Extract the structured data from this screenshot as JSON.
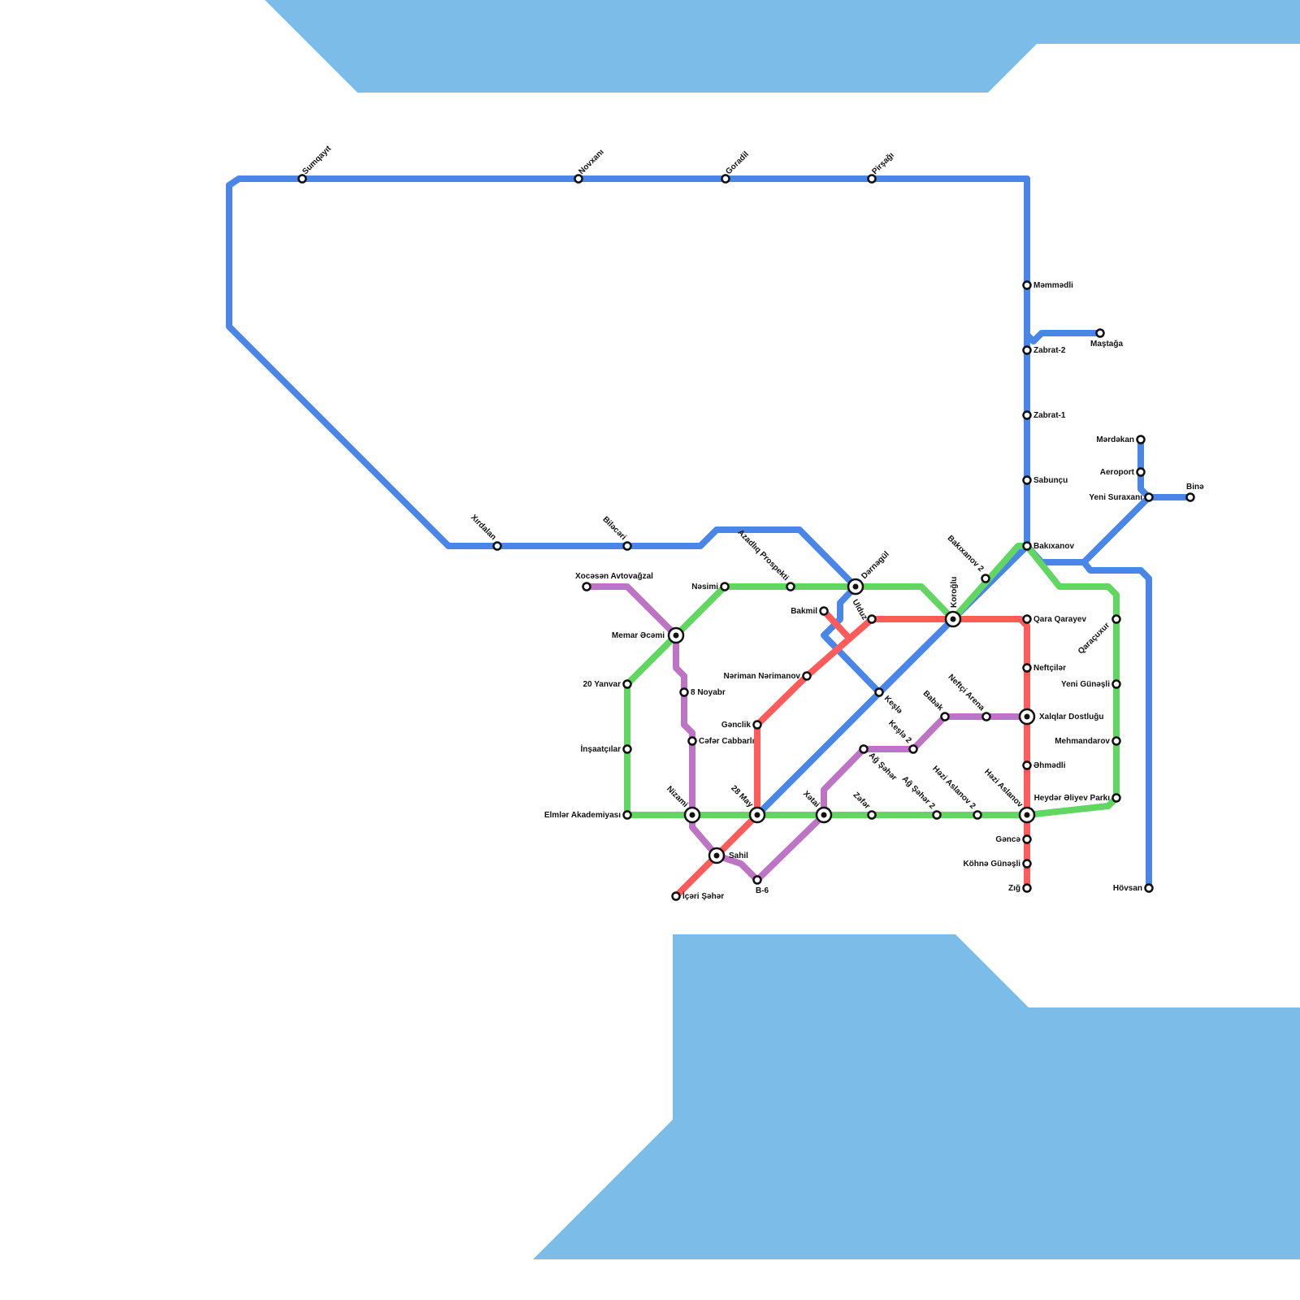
{
  "colors": {
    "water": "#7bbde8",
    "blue": "#4a86e8",
    "green": "#61d661",
    "red": "#ff5b5b",
    "purple": "#bd74c4"
  },
  "lines": [
    {
      "id": "blue",
      "color": "#4a86e8"
    },
    {
      "id": "green",
      "color": "#61d661"
    },
    {
      "id": "red",
      "color": "#ff5b5b"
    },
    {
      "id": "purple",
      "color": "#bd74c4"
    }
  ],
  "stations": {
    "sumqayit": "Sumqayıt",
    "novxani": "Novxanı",
    "goradil": "Goradil",
    "pirsagi": "Pirşağı",
    "memmedli": "Məmmədli",
    "zabrat2": "Zabrat-2",
    "mastaga": "Maştağa",
    "zabrat1": "Zabrat-1",
    "sabuncu": "Sabunçu",
    "merdekan": "Mərdəkan",
    "aeroport": "Aeroport",
    "yenisuraxani": "Yeni Suraxanı",
    "bine": "Binə",
    "bakixanov": "Bakıxanov",
    "bakixanov2": "Bakıxanov 2",
    "xirdalan": "Xırdalan",
    "bileceri": "Biləcəri",
    "azadliq": "Azadlıq Prospekti",
    "darnagul": "Dərnəgül",
    "xocesen": "Xocəsən Avtovağzal",
    "nesimi": "Nəsimi",
    "memar": "Memar Əcəmi",
    "bakmil": "Bakmil",
    "ulduz": "Ulduz",
    "koroglu": "Koroğlu",
    "qaraqarayev": "Qara Qarayev",
    "qaracuxur": "Qaraçuxur",
    "yanvar20": "20 Yanvar",
    "noyabr8": "8 Noyabr",
    "neriman": "Nəriman Nərimanov",
    "neftciler": "Neftçilər",
    "yenigunesli": "Yeni Günəşli",
    "kesle": "Keşlə",
    "babek": "Babək",
    "neftciarena": "Neftçi Arena",
    "xalqlar": "Xalqlar Dostluğu",
    "genclik": "Gənclik",
    "ceferc": "Cəfər Cabbarlı",
    "kesle2": "Keşlə 2",
    "mehmandarov": "Mehmandarov",
    "insaatcilar": "İnşaatçılar",
    "agseher": "Ağ Şəhər",
    "ehmedli": "Əhmədli",
    "heydar": "Heydər Əliyev Parkı",
    "nizami": "Nizami",
    "may28": "28 May",
    "xetai": "Xətai",
    "zefer": "Zəfər",
    "agseher2": "Ağ Şəhər 2",
    "hezi2": "Həzi Aslanov 2",
    "hezi": "Həzi Aslanov",
    "elmler": "Elmlər Akademiyası",
    "gence": "Gəncə",
    "sahil": "Sahil",
    "kohne": "Köhnə Günəşli",
    "b6": "B-6",
    "zig": "Zığ",
    "icheri": "İçəri Şəhər",
    "hovsan": "Hövsan"
  }
}
